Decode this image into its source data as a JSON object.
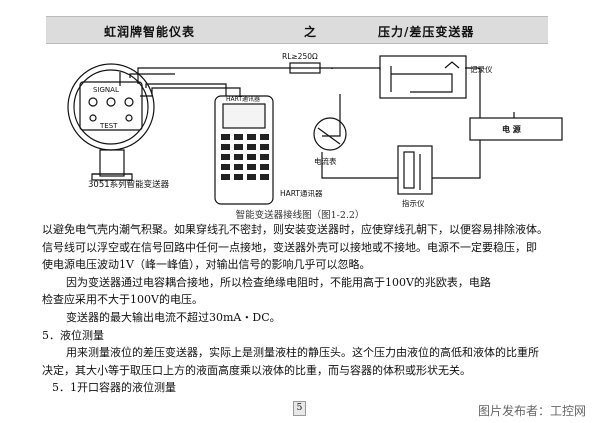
{
  "header": {
    "left": "虹润牌智能仪表",
    "middle": "之",
    "right": "压力/差压变送器"
  },
  "diagram": {
    "transmitter_label": "3051系列智能变送器",
    "terminal_signal": "SIGNAL",
    "terminal_test": "TEST",
    "hart_screen": "HART通讯器",
    "hart_label": "HART通讯器",
    "resistor_label": "RL≥250Ω",
    "ammeter_label": "电流表",
    "recorder_label": "记录仪",
    "power_label": "电   源",
    "indicator_label": "指示仪"
  },
  "caption": "智能变送器接线图（图1-2.2）",
  "paragraphs": [
    "以避免电气壳内潮气积聚。如果穿线孔不密封，则安装变送器时，应使穿线孔朝下，以便容易排除液体。",
    "信号线可以浮空或在信号回路中任何一点接地，变送器外壳可以接地或不接地。电源不一定要稳压，即",
    "使电源电压波动1V（峰一峰值），对输出信号的影响几乎可以忽略。",
    "因为变送器通过电容耦合接地，所以检查绝缘电阻时，不能用高于100V的兆欧表，电路",
    "检查应采用不大于100V的电压。",
    "变送器的最大输出电流不超过30mA・DC。",
    "5．液位测量",
    "用来测量液位的差压变送器，实际上是测量液柱的静压头。这个压力由液位的高低和液体的比重所",
    "决定，其大小等于取压口上方的液面高度乘以液体的比重，而与容器的体积或形状无关。",
    "5．1开口容器的液位测量"
  ],
  "page_number": "5",
  "watermark": "图片发布者：工控网"
}
